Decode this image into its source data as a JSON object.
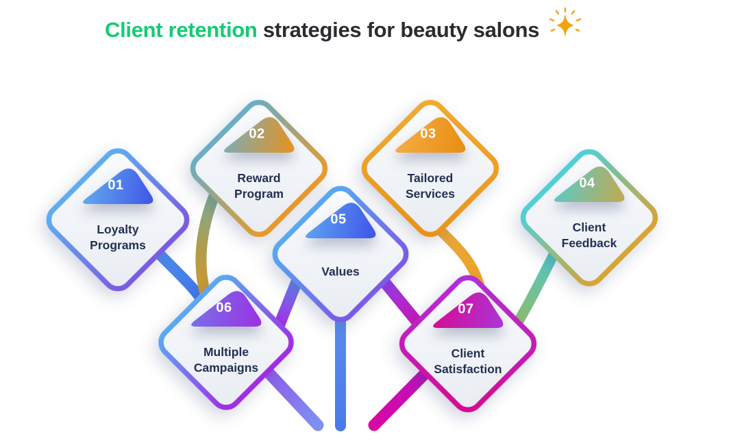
{
  "title": {
    "highlight": "Client retention",
    "rest": " strategies for beauty salons"
  },
  "accent_green": "#14cb74",
  "title_color": "#2b2b31",
  "label_color": "#223052",
  "background": "#ffffff",
  "sparkle_color": "#f2a40f",
  "card_fill": [
    "#fbfcfe",
    "#e8ecf2"
  ],
  "items": [
    {
      "number": "01",
      "label": "Loyalty\nPrograms",
      "border": [
        "#5fadee",
        "#7a5ce0"
      ],
      "badge": [
        "#66b2f2",
        "#3d53e6"
      ],
      "stem": [
        "#4f8cee",
        "#3f72e6"
      ]
    },
    {
      "number": "02",
      "label": "Reward\nProgram",
      "border": [
        "#6badc2",
        "#e89a28"
      ],
      "badge": [
        "#74aec4",
        "#e8921c"
      ],
      "stem": [
        "#7dae9c",
        "#b09c48",
        "#d89a28"
      ]
    },
    {
      "number": "03",
      "label": "Tailored\nServices",
      "border": [
        "#f0ac30",
        "#e89318"
      ],
      "badge": [
        "#f4b04a",
        "#e88d10"
      ],
      "stem": [
        "#e8a83c",
        "#eea020"
      ]
    },
    {
      "number": "04",
      "label": "Client\nFeedback",
      "border": [
        "#4fd0d6",
        "#d8a432"
      ],
      "badge": [
        "#55cbd2",
        "#c0a94e"
      ],
      "stem": [
        "#4ec9cb",
        "#8fba6a"
      ]
    },
    {
      "number": "05",
      "label": "Values",
      "border": [
        "#58a8f2",
        "#7a5ae8"
      ],
      "badge": [
        "#60acf4",
        "#3e52e8"
      ],
      "stem": [
        "#5a8cee",
        "#4a7ae8"
      ]
    },
    {
      "number": "06",
      "label": "Multiple\nCampaigns",
      "border": [
        "#5ca8f0",
        "#a22ce2"
      ],
      "badge": [
        "#7478ea",
        "#9c2fe2"
      ],
      "stem": [
        "#8d5ae8",
        "#7f90f2"
      ]
    },
    {
      "number": "07",
      "label": "Client\nSatisfaction",
      "border": [
        "#b030dc",
        "#d60a90"
      ],
      "badge": [
        "#d8098c",
        "#ab35d8"
      ],
      "stem": [
        "#bb10bc",
        "#d808a4"
      ]
    }
  ],
  "connectors": {
    "values_to_campaigns": [
      "#5b8df0",
      "#a62ae2"
    ],
    "values_to_satisfaction": [
      "#9040e6",
      "#cb12b4"
    ]
  }
}
